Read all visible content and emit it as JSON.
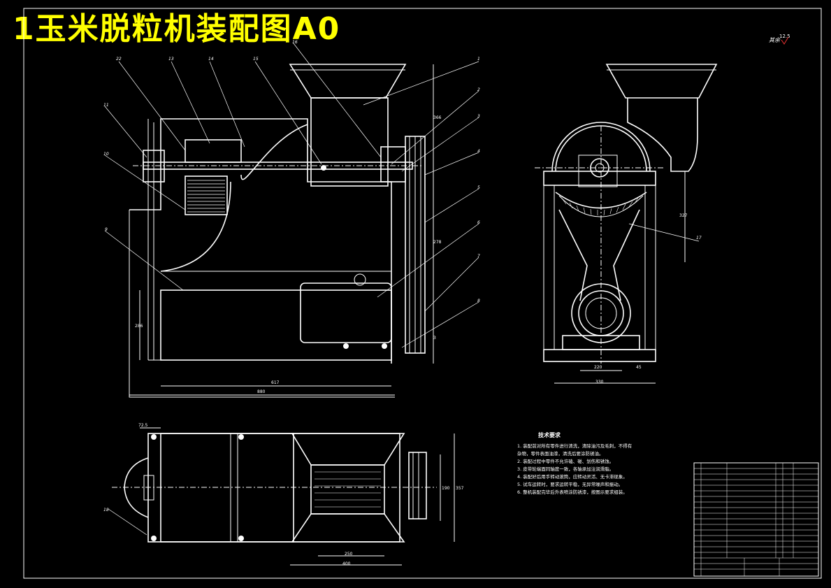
{
  "drawing": {
    "title": "1玉米脱粒机装配图A0",
    "roughness_note": "其余",
    "roughness_value": "12.5"
  },
  "front_view": {
    "part_labels": [
      "22",
      "13",
      "14",
      "15",
      "16",
      "11",
      "10",
      "9",
      "1",
      "2",
      "3",
      "4",
      "5",
      "6",
      "7",
      "8"
    ],
    "dimensions": [
      "617",
      "880",
      "286",
      "366",
      "278",
      "3"
    ]
  },
  "side_view": {
    "part_labels": [
      "17"
    ],
    "dimensions": [
      "220",
      "45",
      "330",
      "327"
    ]
  },
  "top_view": {
    "part_labels": [
      "18"
    ],
    "dimensions": [
      "72.5",
      "250",
      "400",
      "190",
      "357"
    ]
  },
  "technical_requirements": {
    "heading": "技术要求",
    "lines": [
      "1. 装配前对所有零件进行清洗，清除油污及毛刺，不得有",
      "杂物，零件表面油漆，清洗后要涂防锈油。",
      "2. 装配过程中零件不允许磕、碰、划伤和锈蚀。",
      "3. 皮带轮端面同轴度一致，各轴承加注润滑脂。",
      "4. 装配好后用手转动滚筒，应转动灵活、无卡滞现象。",
      "5. 试车运转时，要求运转平稳，无异常噪声和振动。",
      "6. 整机装配完毕后外表喷涂防锈漆，按图示要求组装。"
    ]
  }
}
